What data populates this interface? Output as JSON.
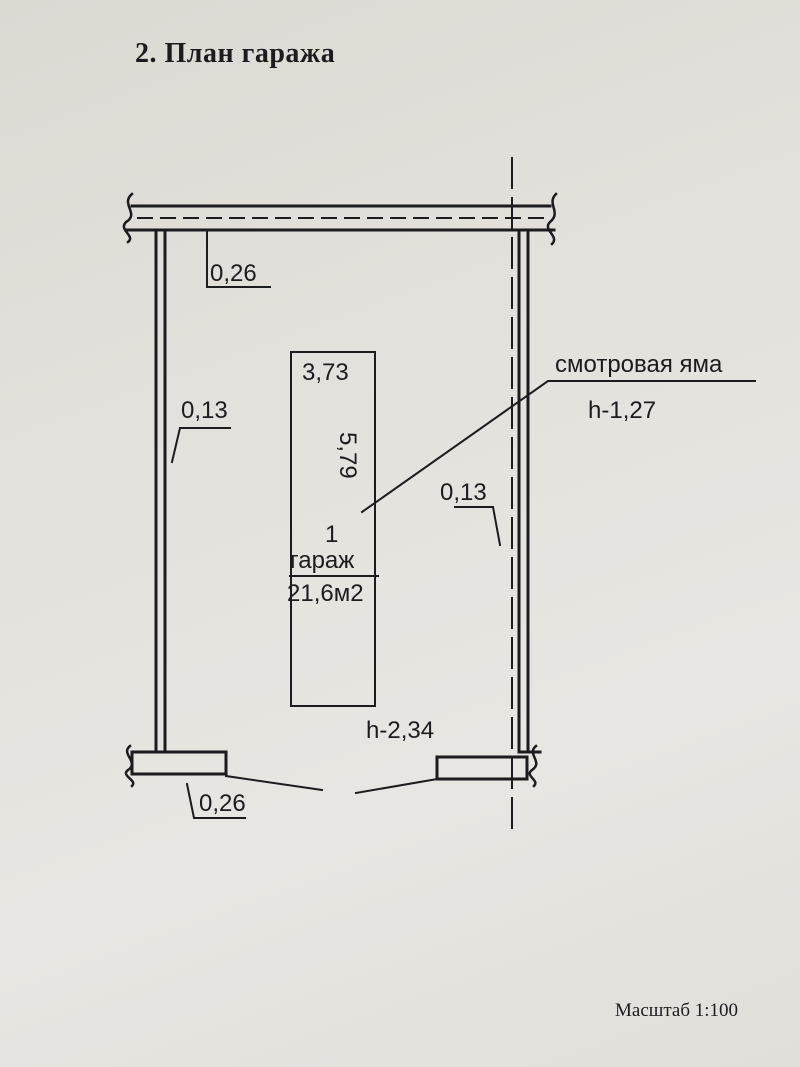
{
  "title": "2. План гаража",
  "plan": {
    "dimensions": {
      "wall_top": "0,26",
      "wall_bottom": "0,26",
      "wall_left": "0,13",
      "wall_right": "0,13",
      "room_width": "3,73",
      "room_length": "5,79"
    },
    "room": {
      "number": "1",
      "name": "гараж",
      "area": "21,6м2"
    },
    "ceiling_height": "h-2,34",
    "inspection_pit": {
      "label": "смотровая яма",
      "depth": "h-1,27"
    }
  },
  "scale_note": "Масштаб 1:100",
  "colors": {
    "line": "#1c1b1d",
    "paper": "#e4e1dc"
  }
}
